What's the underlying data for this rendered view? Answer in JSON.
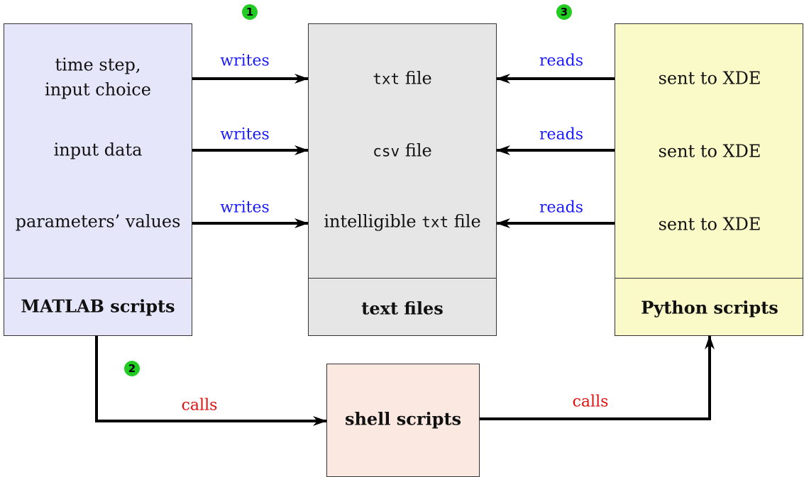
{
  "colors": {
    "matlab_fill": "#e6e6fb",
    "text_fill": "#e6e6e6",
    "python_fill": "#fafac8",
    "shell_fill": "#fbe9e1",
    "edge_blue": "#1a1aff",
    "edge_red": "#e01010",
    "badge_green": "#22cc22"
  },
  "badges": [
    "1",
    "2",
    "3"
  ],
  "matlab": {
    "title": "MATLAB scripts",
    "items": [
      "time step,",
      "input choice",
      "input data",
      "parameters’ values"
    ]
  },
  "textfiles": {
    "title": "text files",
    "items": [
      {
        "mono": "txt",
        "rest": " file",
        "pre": ""
      },
      {
        "mono": "csv",
        "rest": " file",
        "pre": ""
      },
      {
        "pre": "intelligible ",
        "mono": "txt",
        "rest": " file"
      }
    ]
  },
  "python": {
    "title": "Python scripts",
    "items": [
      "sent to XDE",
      "sent to XDE",
      "sent to XDE"
    ]
  },
  "shell": {
    "title": "shell scripts"
  },
  "edges": {
    "writes": [
      "writes",
      "writes",
      "writes"
    ],
    "reads": [
      "reads",
      "reads",
      "reads"
    ],
    "calls": [
      "calls",
      "calls"
    ]
  }
}
